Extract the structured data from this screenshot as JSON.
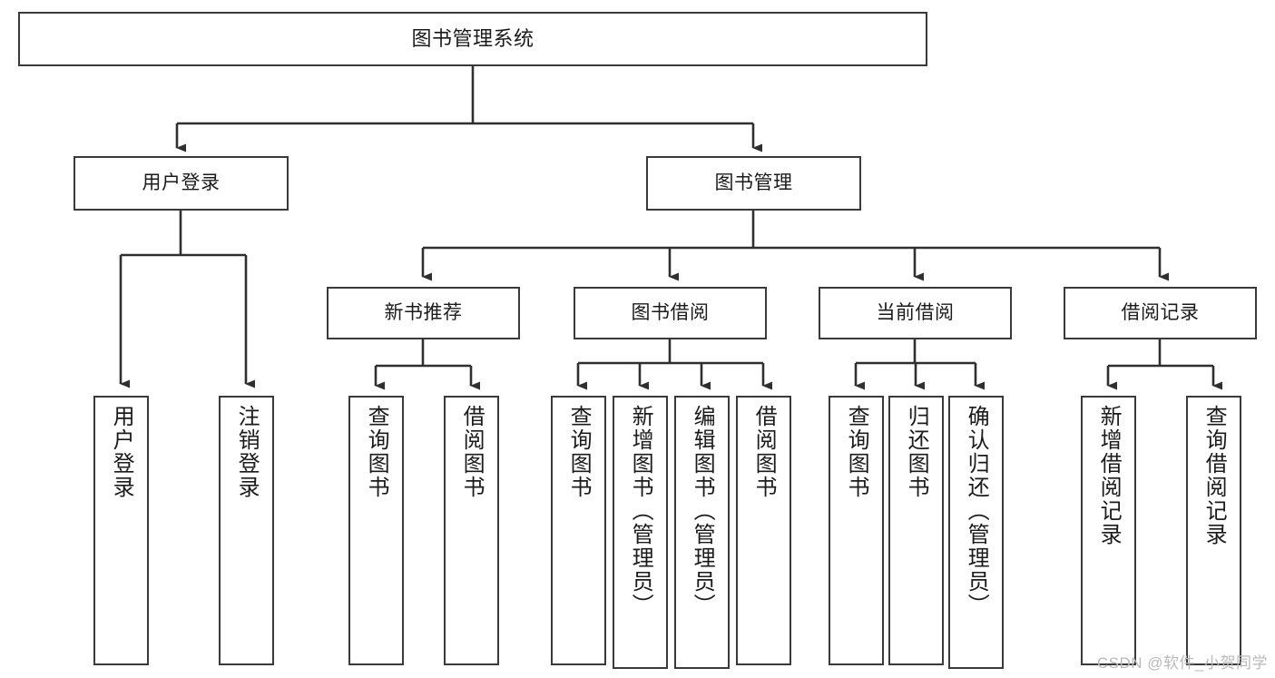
{
  "diagram": {
    "title": "图书管理系统",
    "watermark": "CSDN @软件_小贺同学",
    "stroke_color": "#3a3a3a",
    "text_color": "#1b1b1b",
    "background": "#ffffff",
    "root": {
      "label": "图书管理系统"
    },
    "level1": [
      {
        "label": "用户登录"
      },
      {
        "label": "图书管理"
      }
    ],
    "level2": [
      {
        "label": "新书推荐"
      },
      {
        "label": "图书借阅"
      },
      {
        "label": "当前借阅"
      },
      {
        "label": "借阅记录"
      }
    ],
    "leaves": {
      "user_login": [
        {
          "label": "用户登录"
        },
        {
          "label": "注销登录"
        }
      ],
      "new_book_recommend": [
        {
          "label": "查询图书"
        },
        {
          "label": "借阅图书"
        }
      ],
      "book_borrow": [
        {
          "label": "查询图书"
        },
        {
          "label": "新增图书（管理员）"
        },
        {
          "label": "编辑图书（管理员）"
        },
        {
          "label": "借阅图书"
        }
      ],
      "current_borrow": [
        {
          "label": "查询图书"
        },
        {
          "label": "归还图书"
        },
        {
          "label": "确认归还（管理员）"
        }
      ],
      "borrow_records": [
        {
          "label": "新增借阅记录"
        },
        {
          "label": "查询借阅记录"
        }
      ]
    }
  }
}
